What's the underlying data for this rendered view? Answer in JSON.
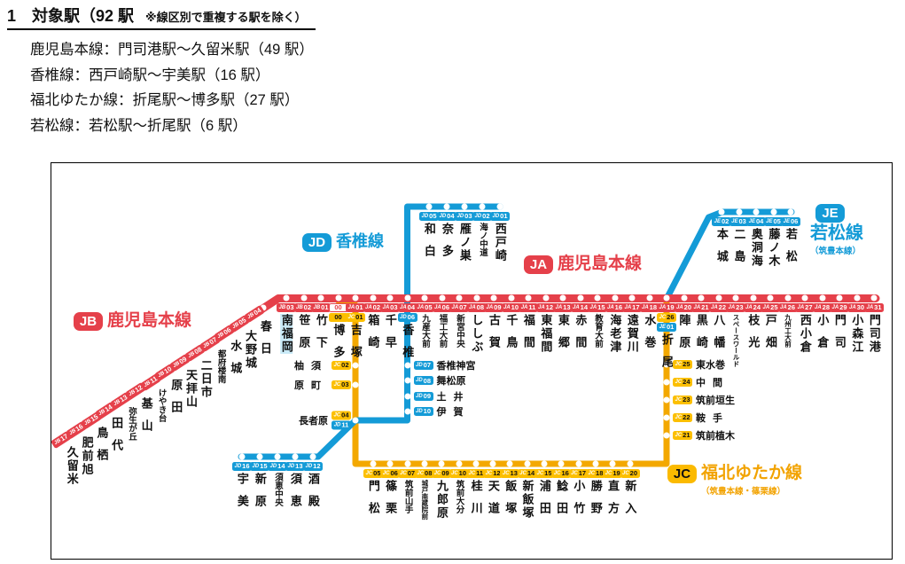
{
  "header": {
    "title_main": "1　対象駅（92 駅",
    "title_note": "　※線区別で重複する駅を除く）",
    "lines": [
      "鹿児島本線：門司港駅〜久留米駅（49 駅）",
      "香椎線：西戸崎駅〜宇美駅（16 駅）",
      "福北ゆたか線：折尾駅〜博多駅（27 駅）",
      "若松線：若松駅〜折尾駅（6 駅）"
    ]
  },
  "colors": {
    "kagoshima_red": "#e5404a",
    "kashii_wakamatsu_blue": "#149bd7",
    "fukuhoku_yellow": "#f3a800",
    "badge_yellow": "#fcbf00",
    "highlight_blue": "#c9eaf7"
  },
  "map": {
    "labels": {
      "jb": {
        "code": "JB",
        "text": "鹿児島本線"
      },
      "jd": {
        "code": "JD",
        "text": "香椎線"
      },
      "ja": {
        "code": "JA",
        "text": "鹿児島本線"
      },
      "je": {
        "code": "JE",
        "text": "若松線",
        "sub": "（筑豊本線）"
      },
      "jc": {
        "code": "JC",
        "text": "福北ゆたか線",
        "sub": "（筑豊本線・篠栗線）"
      }
    },
    "segments": {
      "ja_main": [
        {
          "n": "南福岡",
          "b": [
            [
              "jb",
              "JB",
              "03"
            ]
          ],
          "hl": true
        },
        {
          "n": "笹原",
          "b": [
            [
              "jb",
              "JB",
              "02"
            ]
          ]
        },
        {
          "n": "竹下",
          "b": [
            [
              "jb",
              "JB",
              "01"
            ]
          ]
        },
        {
          "n": "博多",
          "b": [
            [
              "h",
              "",
              "00"
            ],
            [
              "y",
              "",
              "00"
            ]
          ]
        },
        {
          "n": "吉塚",
          "b": [
            [
              "ja",
              "JA",
              "01"
            ],
            [
              "jc",
              "JC",
              "01"
            ]
          ]
        },
        {
          "n": "箱崎",
          "b": [
            [
              "ja",
              "JA",
              "02"
            ]
          ]
        },
        {
          "n": "千早",
          "b": [
            [
              "ja",
              "JA",
              "03"
            ]
          ]
        },
        {
          "n": "香椎",
          "b": [
            [
              "ja",
              "JA",
              "04"
            ],
            [
              "jd",
              "JD",
              "06"
            ]
          ]
        },
        {
          "n": "九産大前",
          "b": [
            [
              "ja",
              "JA",
              "05"
            ]
          ]
        },
        {
          "n": "福工大前",
          "b": [
            [
              "ja",
              "JA",
              "06"
            ]
          ]
        },
        {
          "n": "新宮中央",
          "b": [
            [
              "ja",
              "JA",
              "07"
            ]
          ]
        },
        {
          "n": "ししぶ",
          "b": [
            [
              "ja",
              "JA",
              "08"
            ]
          ]
        },
        {
          "n": "古賀",
          "b": [
            [
              "ja",
              "JA",
              "09"
            ]
          ]
        },
        {
          "n": "千鳥",
          "b": [
            [
              "ja",
              "JA",
              "10"
            ]
          ]
        },
        {
          "n": "福間",
          "b": [
            [
              "ja",
              "JA",
              "11"
            ]
          ]
        },
        {
          "n": "東福間",
          "b": [
            [
              "ja",
              "JA",
              "12"
            ]
          ]
        },
        {
          "n": "東郷",
          "b": [
            [
              "ja",
              "JA",
              "13"
            ]
          ]
        },
        {
          "n": "赤間",
          "b": [
            [
              "ja",
              "JA",
              "14"
            ]
          ]
        },
        {
          "n": "教育大前",
          "b": [
            [
              "ja",
              "JA",
              "15"
            ]
          ]
        },
        {
          "n": "海老津",
          "b": [
            [
              "ja",
              "JA",
              "16"
            ]
          ]
        },
        {
          "n": "遠賀川",
          "b": [
            [
              "ja",
              "JA",
              "17"
            ]
          ]
        },
        {
          "n": "水巻",
          "b": [
            [
              "ja",
              "JA",
              "18"
            ]
          ]
        },
        {
          "n": "折尾",
          "b": [
            [
              "ja",
              "JA",
              "19"
            ],
            [
              "jc",
              "JC",
              "26"
            ],
            [
              "je",
              "JE",
              "01"
            ]
          ]
        },
        {
          "n": "陣原",
          "b": [
            [
              "ja",
              "JA",
              "20"
            ]
          ]
        },
        {
          "n": "黒崎",
          "b": [
            [
              "ja",
              "JA",
              "21"
            ]
          ]
        },
        {
          "n": "八幡",
          "b": [
            [
              "ja",
              "JA",
              "22"
            ]
          ]
        },
        {
          "n": "スペースワールド",
          "b": [
            [
              "ja",
              "JA",
              "23"
            ]
          ]
        },
        {
          "n": "枝光",
          "b": [
            [
              "ja",
              "JA",
              "24"
            ]
          ]
        },
        {
          "n": "戸畑",
          "b": [
            [
              "ja",
              "JA",
              "25"
            ]
          ]
        },
        {
          "n": "九州工大前",
          "b": [
            [
              "ja",
              "JA",
              "26"
            ]
          ]
        },
        {
          "n": "西小倉",
          "b": [
            [
              "ja",
              "JA",
              "27"
            ]
          ]
        },
        {
          "n": "小倉",
          "b": [
            [
              "ja",
              "JA",
              "28"
            ]
          ]
        },
        {
          "n": "門司",
          "b": [
            [
              "ja",
              "JA",
              "29"
            ]
          ]
        },
        {
          "n": "小森江",
          "b": [
            [
              "ja",
              "JA",
              "30"
            ]
          ]
        },
        {
          "n": "門司港",
          "b": [
            [
              "ja",
              "JA",
              "31"
            ]
          ]
        }
      ],
      "jb_diag": [
        {
          "n": "春日",
          "b": [
            [
              "jb",
              "JB",
              "04"
            ]
          ]
        },
        {
          "n": "大野城",
          "b": [
            [
              "jb",
              "JB",
              "05"
            ]
          ]
        },
        {
          "n": "水城",
          "b": [
            [
              "jb",
              "JB",
              "06"
            ]
          ]
        },
        {
          "n": "都府楼南",
          "b": [
            [
              "jb",
              "JB",
              "07"
            ]
          ]
        },
        {
          "n": "二日市",
          "b": [
            [
              "jb",
              "JB",
              "08"
            ]
          ]
        },
        {
          "n": "天拝山",
          "b": [
            [
              "jb",
              "JB",
              "09"
            ]
          ]
        },
        {
          "n": "原田",
          "b": [
            [
              "jb",
              "JB",
              "10"
            ]
          ]
        },
        {
          "n": "けやき台",
          "b": [
            [
              "jb",
              "JB",
              "11"
            ]
          ]
        },
        {
          "n": "基山",
          "b": [
            [
              "jb",
              "JB",
              "12"
            ]
          ]
        },
        {
          "n": "弥生が丘",
          "b": [
            [
              "jb",
              "JB",
              "13"
            ]
          ]
        },
        {
          "n": "田代",
          "b": [
            [
              "jb",
              "JB",
              "14"
            ]
          ]
        },
        {
          "n": "鳥栖",
          "b": [
            [
              "jb",
              "JB",
              "15"
            ]
          ]
        },
        {
          "n": "肥前旭",
          "b": [
            [
              "jb",
              "JB",
              "16"
            ]
          ]
        },
        {
          "n": "久留米",
          "b": [
            [
              "jb",
              "JB",
              "17"
            ]
          ]
        }
      ],
      "jd_top": [
        {
          "n": "和白",
          "b": [
            [
              "jd",
              "JD",
              "05"
            ]
          ]
        },
        {
          "n": "奈多",
          "b": [
            [
              "jd",
              "JD",
              "04"
            ]
          ]
        },
        {
          "n": "雁ノ巣",
          "b": [
            [
              "jd",
              "JD",
              "03"
            ]
          ]
        },
        {
          "n": "海ノ中道",
          "b": [
            [
              "jd",
              "JD",
              "02"
            ]
          ]
        },
        {
          "n": "西戸崎",
          "b": [
            [
              "jd",
              "JD",
              "01"
            ]
          ]
        }
      ],
      "je_top": [
        {
          "n": "本城",
          "b": [
            [
              "je",
              "JE",
              "02"
            ]
          ]
        },
        {
          "n": "二島",
          "b": [
            [
              "je",
              "JE",
              "03"
            ]
          ]
        },
        {
          "n": "奥洞海",
          "b": [
            [
              "je",
              "JE",
              "04"
            ]
          ]
        },
        {
          "n": "藤ノ木",
          "b": [
            [
              "je",
              "JE",
              "05"
            ]
          ]
        },
        {
          "n": "若松",
          "b": [
            [
              "je",
              "JE",
              "06"
            ]
          ]
        }
      ],
      "jd_mid": [
        {
          "n": "香椎神宮",
          "b": [
            [
              "jd",
              "JD",
              "07"
            ]
          ]
        },
        {
          "n": "舞松原",
          "b": [
            [
              "jd",
              "JD",
              "08"
            ]
          ]
        },
        {
          "n": "土井",
          "b": [
            [
              "jd",
              "JD",
              "09"
            ]
          ]
        },
        {
          "n": "伊賀",
          "b": [
            [
              "jd",
              "JD",
              "10"
            ]
          ]
        }
      ],
      "jc_left": [
        {
          "n": "柚須",
          "b": [
            [
              "jc",
              "JC",
              "02"
            ]
          ]
        },
        {
          "n": "原町",
          "b": [
            [
              "jc",
              "JC",
              "03"
            ]
          ]
        },
        {
          "n": "長者原",
          "b": [
            [
              "jc",
              "JC",
              "04"
            ],
            [
              "jd",
              "JD",
              "11"
            ]
          ]
        }
      ],
      "jd_bottom": [
        {
          "n": "宇美",
          "b": [
            [
              "jd",
              "JD",
              "16"
            ]
          ]
        },
        {
          "n": "新原",
          "b": [
            [
              "jd",
              "JD",
              "15"
            ]
          ]
        },
        {
          "n": "須恵中央",
          "b": [
            [
              "jd",
              "JD",
              "14"
            ]
          ]
        },
        {
          "n": "須恵",
          "b": [
            [
              "jd",
              "JD",
              "13"
            ]
          ]
        },
        {
          "n": "酒殿",
          "b": [
            [
              "jd",
              "JD",
              "12"
            ]
          ]
        }
      ],
      "jc_bottom": [
        {
          "n": "門松",
          "b": [
            [
              "jc",
              "JC",
              "05"
            ]
          ]
        },
        {
          "n": "篠栗",
          "b": [
            [
              "jc",
              "JC",
              "06"
            ]
          ]
        },
        {
          "n": "筑前山手",
          "b": [
            [
              "jc",
              "JC",
              "07"
            ]
          ]
        },
        {
          "n": "城戸南蔵院前",
          "b": [
            [
              "jc",
              "JC",
              "08"
            ]
          ]
        },
        {
          "n": "九郎原",
          "b": [
            [
              "jc",
              "JC",
              "09"
            ]
          ]
        },
        {
          "n": "筑前大分",
          "b": [
            [
              "jc",
              "JC",
              "10"
            ]
          ]
        },
        {
          "n": "桂川",
          "b": [
            [
              "jc",
              "JC",
              "11"
            ]
          ]
        },
        {
          "n": "天道",
          "b": [
            [
              "jc",
              "JC",
              "12"
            ]
          ]
        },
        {
          "n": "飯塚",
          "b": [
            [
              "jc",
              "JC",
              "13"
            ]
          ]
        },
        {
          "n": "新飯塚",
          "b": [
            [
              "jc",
              "JC",
              "14"
            ]
          ]
        },
        {
          "n": "浦田",
          "b": [
            [
              "jc",
              "JC",
              "15"
            ]
          ]
        },
        {
          "n": "鯰田",
          "b": [
            [
              "jc",
              "JC",
              "16"
            ]
          ]
        },
        {
          "n": "小竹",
          "b": [
            [
              "jc",
              "JC",
              "17"
            ]
          ]
        },
        {
          "n": "勝野",
          "b": [
            [
              "jc",
              "JC",
              "18"
            ]
          ]
        },
        {
          "n": "直方",
          "b": [
            [
              "jc",
              "JC",
              "19"
            ]
          ]
        },
        {
          "n": "新入",
          "b": [
            [
              "jc",
              "JC",
              "20"
            ]
          ]
        }
      ],
      "jc_right": [
        {
          "n": "東水巻",
          "b": [
            [
              "jc",
              "JC",
              "25"
            ]
          ]
        },
        {
          "n": "中間",
          "b": [
            [
              "jc",
              "JC",
              "24"
            ]
          ]
        },
        {
          "n": "筑前垣生",
          "b": [
            [
              "jc",
              "JC",
              "23"
            ]
          ]
        },
        {
          "n": "鞍手",
          "b": [
            [
              "jc",
              "JC",
              "22"
            ]
          ]
        },
        {
          "n": "筑前植木",
          "b": [
            [
              "jc",
              "JC",
              "21"
            ]
          ]
        }
      ]
    }
  }
}
